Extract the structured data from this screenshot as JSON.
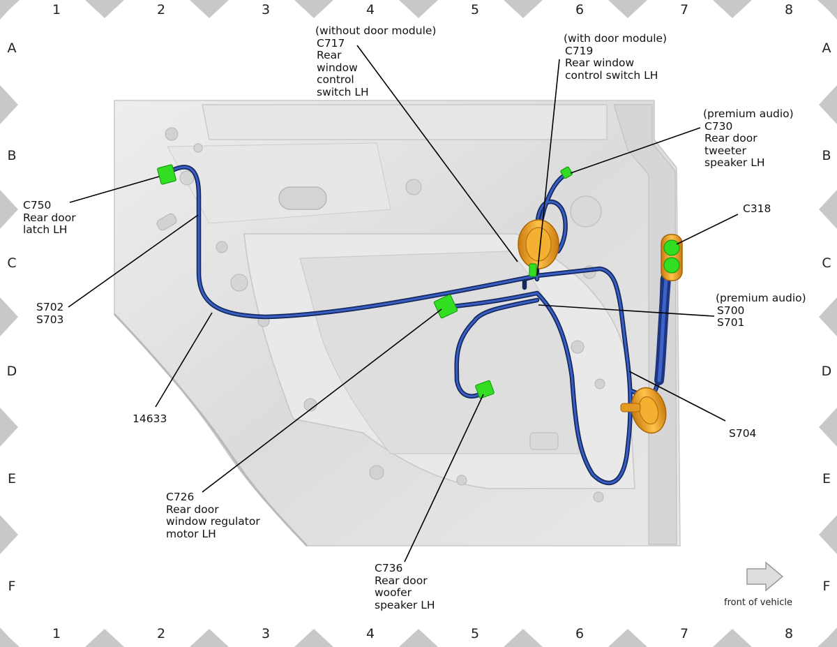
{
  "grid": {
    "columns": [
      "1",
      "2",
      "3",
      "4",
      "5",
      "6",
      "7",
      "8"
    ],
    "rows": [
      "A",
      "B",
      "C",
      "D",
      "E",
      "F"
    ]
  },
  "labels": {
    "c717": [
      "(without door module)",
      "C717",
      "Rear",
      "window",
      "control",
      "switch LH"
    ],
    "c719": [
      "(with door module)",
      "C719",
      "Rear window",
      "control switch LH"
    ],
    "c730": [
      "(premium audio)",
      "C730",
      "Rear door",
      "tweeter",
      "speaker LH"
    ],
    "c318": [
      "C318"
    ],
    "c750": [
      "C750",
      "Rear door",
      "latch LH"
    ],
    "s702": [
      "S702",
      "S703"
    ],
    "s700": [
      "(premium audio)",
      "S700",
      "S701"
    ],
    "harness": [
      "14633"
    ],
    "c726": [
      "C726",
      "Rear door",
      "window regulator",
      "motor LH"
    ],
    "s704": [
      "S704"
    ],
    "c736": [
      "C736",
      "Rear door",
      "woofer",
      "speaker LH"
    ]
  },
  "front_of_vehicle": "front of vehicle",
  "colors": {
    "harness": "#2d4aa0",
    "connector": "#33dd22",
    "grommet": "#f0a020",
    "panel": "#e4e4e4",
    "border_triangle": "#c8c8c8"
  }
}
